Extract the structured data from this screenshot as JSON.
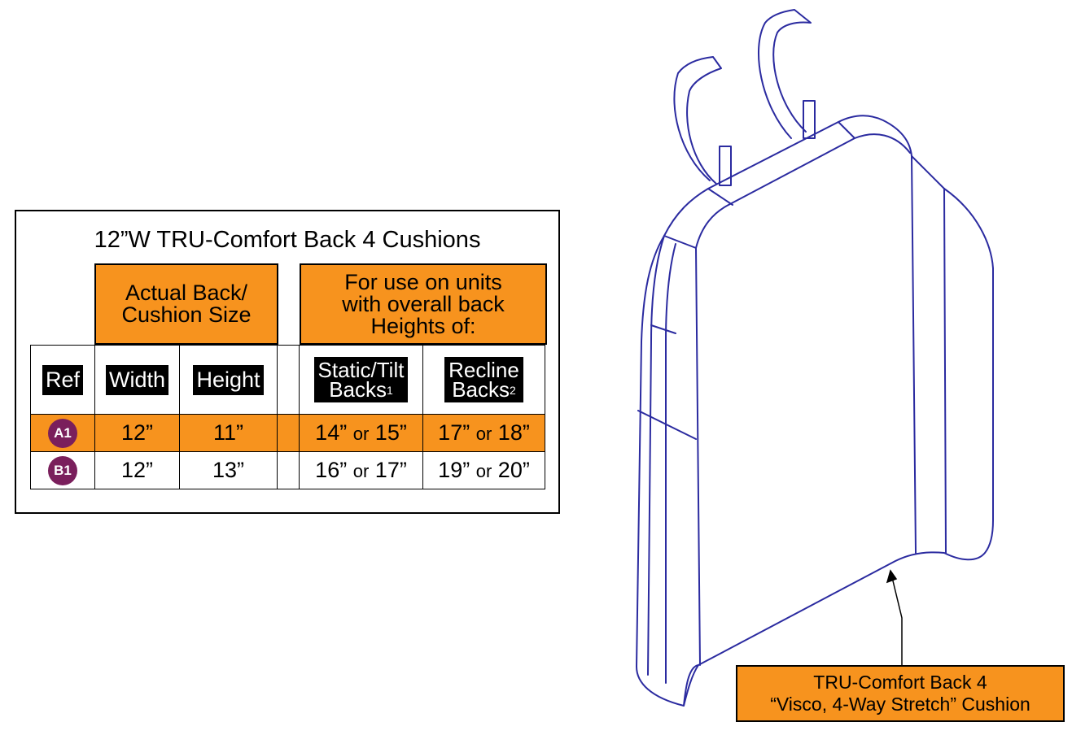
{
  "table": {
    "title": "12”W TRU-Comfort Back 4 Cushions",
    "group_left": [
      "Actual Back/",
      "Cushion Size"
    ],
    "group_right": [
      "For use on units",
      "with overall back",
      "Heights of:"
    ],
    "col_ref": "Ref",
    "col_width": "Width",
    "col_height": "Height",
    "col_static": [
      "Static/Tilt",
      "Backs"
    ],
    "col_static_note": "1",
    "col_recline": [
      "Recline",
      "Backs"
    ],
    "col_recline_note": "2",
    "or_word": "or",
    "rows": [
      {
        "ref": "A1",
        "width": "12”",
        "height": "11”",
        "static_a": "14”",
        "static_b": "15”",
        "recline_a": "17”",
        "recline_b": "18”"
      },
      {
        "ref": "B1",
        "width": "12”",
        "height": "13”",
        "static_a": "16”",
        "static_b": "17”",
        "recline_a": "19”",
        "recline_b": "20”"
      }
    ]
  },
  "callout": {
    "line1": "TRU-Comfort Back 4",
    "line2": "“Visco, 4-Way Stretch” Cushion"
  },
  "colors": {
    "accent_orange": "#f7931e",
    "ref_badge": "#7a1f5c",
    "line_art": "#2b2ba0"
  }
}
